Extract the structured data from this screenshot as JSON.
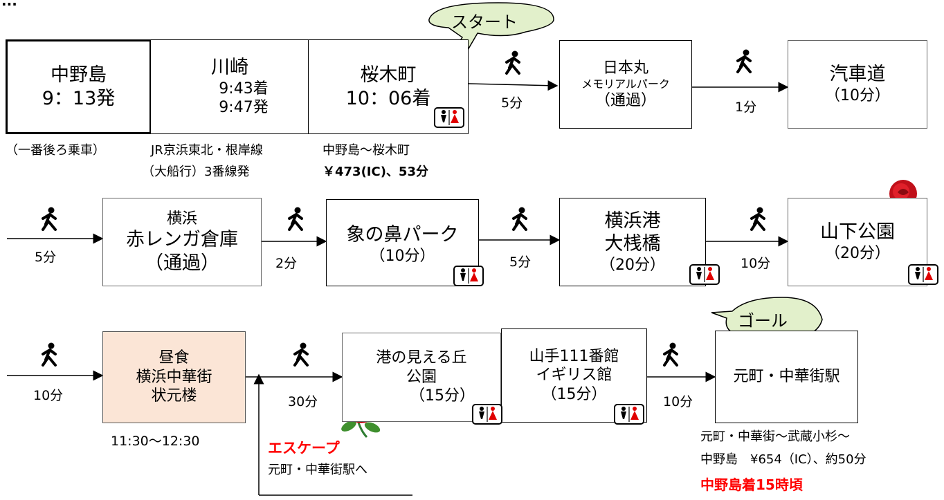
{
  "header": {
    "partial": "..."
  },
  "bubbles": {
    "start": "スタート",
    "goal": "ゴール"
  },
  "row1": {
    "nakanoshima": {
      "name": "中野島",
      "time": "9：13発",
      "note": "（一番後ろ乗車）"
    },
    "kawasaki": {
      "name": "川崎",
      "arr": "9:43着",
      "dep": "9:47発",
      "note1": "JR京浜東北・根岸線",
      "note2": "（大船行）3番線発"
    },
    "sakuragicho": {
      "name": "桜木町",
      "arr": "10：06着",
      "note1": "中野島～桜木町",
      "note2": "￥473(IC)、53分"
    },
    "walk1": "5分",
    "nipponmaru": {
      "line1": "日本丸",
      "line2": "メモリアルパーク",
      "line3": "（通過）"
    },
    "walk2": "1分",
    "kishamichi": {
      "name": "汽車道",
      "dur": "（10分）"
    }
  },
  "row2": {
    "walk0": "5分",
    "akarenga": {
      "line1": "横浜",
      "line2": "赤レンガ倉庫",
      "line3": "（通過）"
    },
    "walk1": "2分",
    "zounohana": {
      "name": "象の鼻パーク",
      "dur": "（10分）"
    },
    "walk2": "5分",
    "osanbashi": {
      "line1": "横浜港",
      "line2": "大桟橋",
      "dur": "（20分）"
    },
    "walk3": "10分",
    "yamashita": {
      "name": "山下公園",
      "dur": "（20分）"
    }
  },
  "row3": {
    "walk0": "10分",
    "lunch": {
      "line1": "昼食",
      "line2": "横浜中華街",
      "line3": "状元楼",
      "time": "11:30～12:30"
    },
    "walk1": "30分",
    "escape": {
      "title": "エスケープ",
      "text": "元町・中華街駅へ"
    },
    "minato": {
      "line1": "港の見える丘",
      "line2": "公園",
      "dur": "（15分）"
    },
    "yamate": {
      "line1": "山手111番館",
      "line2": "イギリス館",
      "dur": "（15分）"
    },
    "walk2": "10分",
    "motomachi": {
      "name": "元町・中華街駅",
      "note1": "元町・中華街～武蔵小杉～",
      "note2": "中野島　¥654（IC）、約50分",
      "note3": "中野島着15時頃"
    }
  },
  "colors": {
    "accent_red": "#ff0000",
    "lunch_bg": "#fbe5d6",
    "bubble": "#e2f0cb",
    "rose": "#c0101a"
  }
}
